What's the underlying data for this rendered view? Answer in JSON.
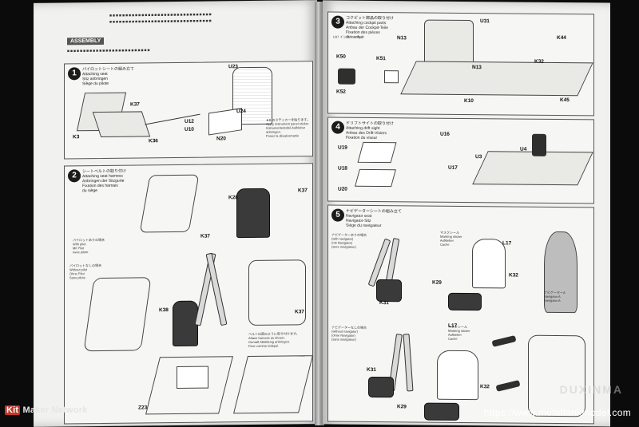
{
  "watermarks": {
    "left_kit": "Kit",
    "left_rest": "Maker Network",
    "right_url": "https://www.metaltankmodel.com",
    "faint": "DUXINMA"
  },
  "left_page": {
    "assembly_banner": "ASSEMBLY",
    "step1": {
      "number": "1",
      "title": "パイロットシートの組み立て\nAttaching seat\nSitz anbringen\nSiège du pilote",
      "labels": [
        "U23",
        "U24",
        "K37",
        "K36",
        "U10",
        "U12",
        "N20",
        "K3"
      ],
      "decal_caption": "★B のステッカーを貼ります。\nApply instrument panel sticker.\nInstrumententafel-Aufkleber anbringen.\nPosez la décalcomanie"
    },
    "step2": {
      "number": "2",
      "title": "シートベルトの取り付け\nAttaching seat harness\nAnbringen der Sitzgurte\nFixation des harnais\ndu siège",
      "labels": [
        "K28",
        "K37",
        "K38",
        "K37",
        "Z23"
      ],
      "variant_with_pilot": "パイロットありの場合\nWith pilot\nMit Pilot\nAvec pilote",
      "variant_without_pilot": "パイロットなしの場合\nWithout pilot\nOhne Pilot\nSans pilote",
      "harness_caption": "ベルトは図のように取り付けます。\nAttach harness as shown.\nGemäß Abbildung anbringen.\nFixer comme indiqué."
    }
  },
  "right_page": {
    "step3": {
      "number": "3",
      "title": "コクピット部品の取り付け\nAttaching cockpit parts\nAnbau der Cockpit-Teile\nFixation des pièces\ndu cockpit",
      "labels": [
        "U31",
        "N13",
        "K50",
        "K51",
        "K52",
        "K44",
        "K32",
        "K45",
        "N13",
        "K10"
      ],
      "sublabel": "U37 インジケーター"
    },
    "step4": {
      "number": "4",
      "title": "ドリフトサイトの取り付け\nAttaching drift sight\nAnbau des Drift-Visiers\nFixation du viseur",
      "labels": [
        "U16",
        "U19",
        "U18",
        "U17",
        "U3",
        "U4",
        "U20"
      ]
    },
    "step5": {
      "number": "5",
      "title": "ナビゲーターシートの組み立て\nNavigator seat\nNavigator-Sitz\nSiège du navigateur",
      "with_navigator": "ナビゲーターありの場合\n(with navigator)\n(mit Navigator)\n(avec navigateur)",
      "without_navigator": "ナビゲーターなしの場合\n(without navigator)\n(ohne Navigator)\n(sans navigateur)",
      "masking_sticker": "マスクシール\nMasking sticker\nAufkleber\nCache",
      "labels": [
        "K29",
        "K31",
        "K32",
        "L17",
        "K31",
        "K29",
        "K32",
        "L17"
      ],
      "figure_caption": "ナビゲーターA\nNavigator A\nNavigator A"
    }
  }
}
